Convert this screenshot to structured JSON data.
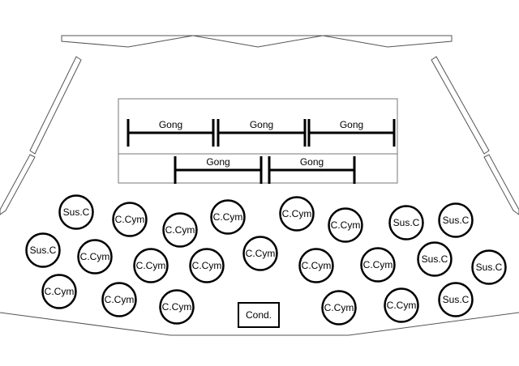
{
  "instruments": {
    "gongs": [
      {
        "id": "g1",
        "label": "Gong"
      },
      {
        "id": "g2",
        "label": "Gong"
      },
      {
        "id": "g3",
        "label": "Gong"
      },
      {
        "id": "g4",
        "label": "Gong"
      },
      {
        "id": "g5",
        "label": "Gong"
      }
    ],
    "stations": [
      {
        "id": "s01",
        "label": "Sus.C"
      },
      {
        "id": "s02",
        "label": "C.Cym"
      },
      {
        "id": "s03",
        "label": "C.Cym"
      },
      {
        "id": "s04",
        "label": "C.Cym"
      },
      {
        "id": "s05",
        "label": "C.Cym"
      },
      {
        "id": "s06",
        "label": "C.Cym"
      },
      {
        "id": "s07",
        "label": "Sus.C"
      },
      {
        "id": "s08",
        "label": "Sus.C"
      },
      {
        "id": "s09",
        "label": "Sus.C"
      },
      {
        "id": "s10",
        "label": "C.Cym"
      },
      {
        "id": "s11",
        "label": "C.Cym"
      },
      {
        "id": "s12",
        "label": "C.Cym"
      },
      {
        "id": "s13",
        "label": "C.Cym"
      },
      {
        "id": "s14",
        "label": "C.Cym"
      },
      {
        "id": "s15",
        "label": "C.Cym"
      },
      {
        "id": "s16",
        "label": "Sus.C"
      },
      {
        "id": "s17",
        "label": "Sus.C"
      },
      {
        "id": "s18",
        "label": "C.Cym"
      },
      {
        "id": "s19",
        "label": "C.Cym"
      },
      {
        "id": "s20",
        "label": "C.Cym"
      },
      {
        "id": "s21",
        "label": "C.Cym"
      },
      {
        "id": "s22",
        "label": "C.Cym"
      },
      {
        "id": "s23",
        "label": "Sus.C"
      }
    ],
    "conductor": {
      "label": "Cond."
    }
  }
}
